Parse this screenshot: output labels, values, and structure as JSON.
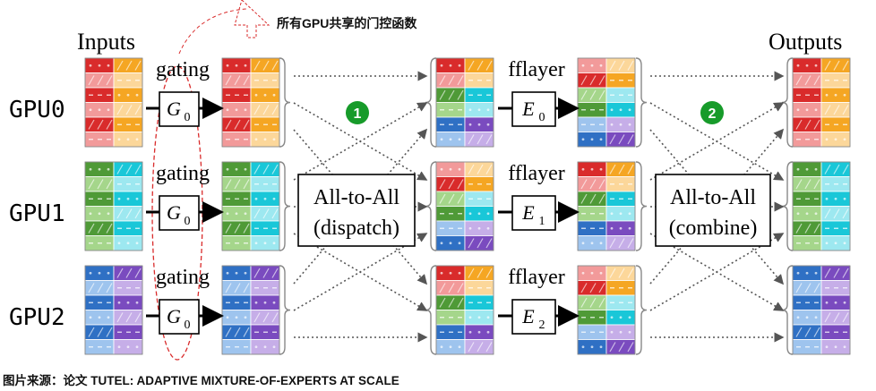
{
  "annotation": "所有GPU共享的门控函数",
  "inputs_label": "Inputs",
  "outputs_label": "Outputs",
  "gpus": [
    "GPU0",
    "GPU1",
    "GPU2"
  ],
  "gating_label": "gating",
  "gate_symbol": "G",
  "gate_subscript": "0",
  "fflayer_label": "fflayer",
  "expert_symbol": "E",
  "expert_subscripts": [
    "0",
    "1",
    "2"
  ],
  "step_badges": [
    "1",
    "2"
  ],
  "dispatch": {
    "line1": "All-to-All",
    "line2": "(dispatch)"
  },
  "combine": {
    "line1": "All-to-All",
    "line2": "(combine)"
  },
  "caption": "图片来源：论文 TUTEL: ADAPTIVE MIXTURE-OF-EXPERTS AT SCALE",
  "colors": {
    "red": "#d92b2b",
    "red_light": "#f29a9a",
    "orange": "#f5a623",
    "orange_light": "#fcd79a",
    "green": "#4f9a37",
    "green_light": "#a5d68b",
    "cyan": "#19c7d8",
    "cyan_light": "#9de8f0",
    "blue": "#2f70c4",
    "blue_light": "#9ec4ee",
    "purple": "#7a4bbf",
    "purple_light": "#c6aee8",
    "badge": "#179b2a"
  }
}
